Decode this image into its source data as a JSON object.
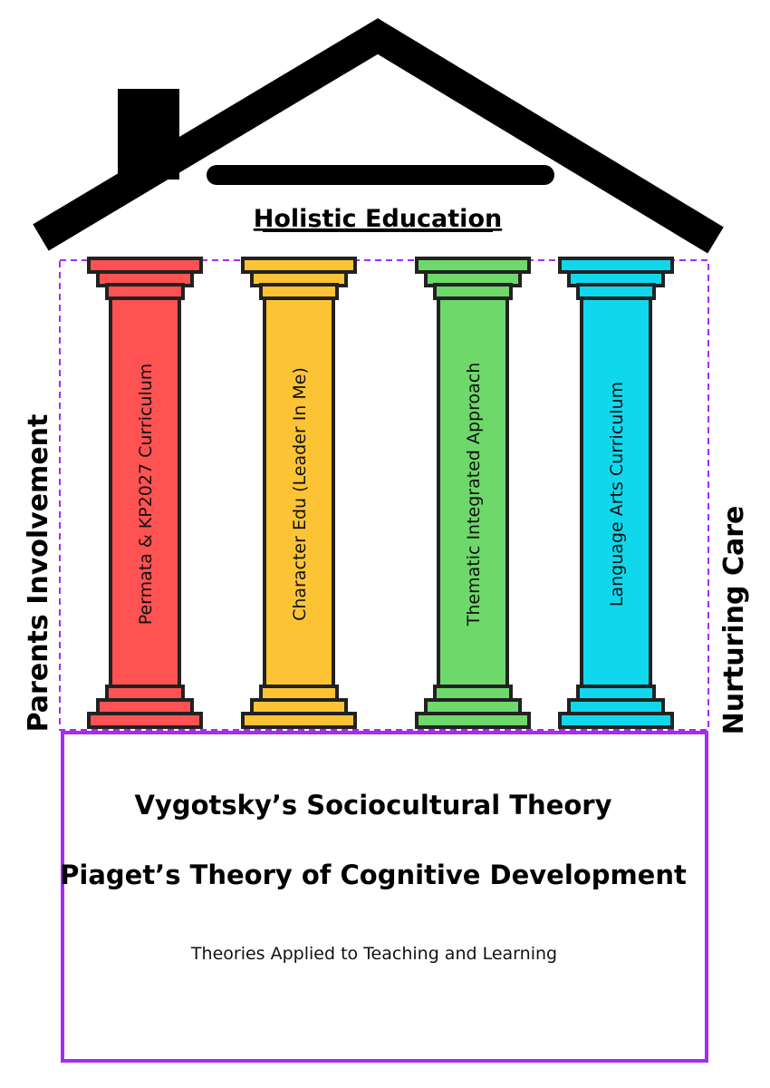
{
  "roof_title": "Holistic Education",
  "side_left": "Parents Involvement",
  "side_right": "Nurturing Care",
  "pillars": [
    {
      "label": "Permata & KP2027 Curriculum",
      "color": "#ff5252"
    },
    {
      "label": "Character Edu (Leader In Me)",
      "color": "#fcc434"
    },
    {
      "label": "Thematic Integrated Approach",
      "color": "#6ed86a"
    },
    {
      "label": "Language Arts Curriculum",
      "color": "#10d8ec"
    }
  ],
  "foundation": {
    "theories": [
      "Vygotsky’s Sociocultural Theory",
      "Piaget’s Theory of Cognitive Development"
    ],
    "caption": "Theories Applied to Teaching and Learning",
    "border_color": "#a52cf7"
  }
}
